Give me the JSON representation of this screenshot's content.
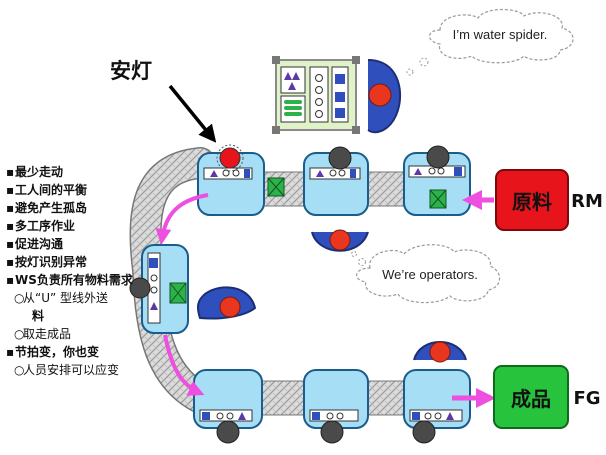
{
  "callouts": {
    "andon_label": "安灯",
    "water_spider_speech": "I’m water spider.",
    "operators_speech": "We’re operators."
  },
  "materials": {
    "raw_material_label": "原料",
    "raw_material_code": "RM",
    "finished_goods_label": "成品",
    "finished_goods_code": "FG"
  },
  "bullets": [
    {
      "marker": "▪",
      "text": "最少走动"
    },
    {
      "marker": "▪",
      "text": "工人间的平衡"
    },
    {
      "marker": "▪",
      "text": "避免产生孤岛"
    },
    {
      "marker": "▪",
      "text": "多工序作业"
    },
    {
      "marker": "▪",
      "text": "促进沟通"
    },
    {
      "marker": "▪",
      "text": "按灯识别异常"
    },
    {
      "marker": "▪",
      "text": "WS负责所有物料需求"
    },
    {
      "marker": "○",
      "text": "从“U” 型线外送"
    },
    {
      "marker": "",
      "text": "料"
    },
    {
      "marker": "○",
      "text": "取走成品"
    },
    {
      "marker": "▪",
      "text": "节拍变，你也变"
    },
    {
      "marker": "○",
      "text": "人员安排可以应变"
    }
  ],
  "colors": {
    "station_fill": "#a6def5",
    "station_stroke": "#1a5d8a",
    "conveyor_fill": "#d5d5d5",
    "raw_material_fill": "#e8141b",
    "finished_goods_fill": "#27c33d",
    "flow_arrow": "#ef4fe0",
    "operator_head": "#e8361f",
    "operator_body": "#2f4fbd",
    "bin_green": "#2db24a",
    "bin_purple": "#5b3aa5"
  }
}
